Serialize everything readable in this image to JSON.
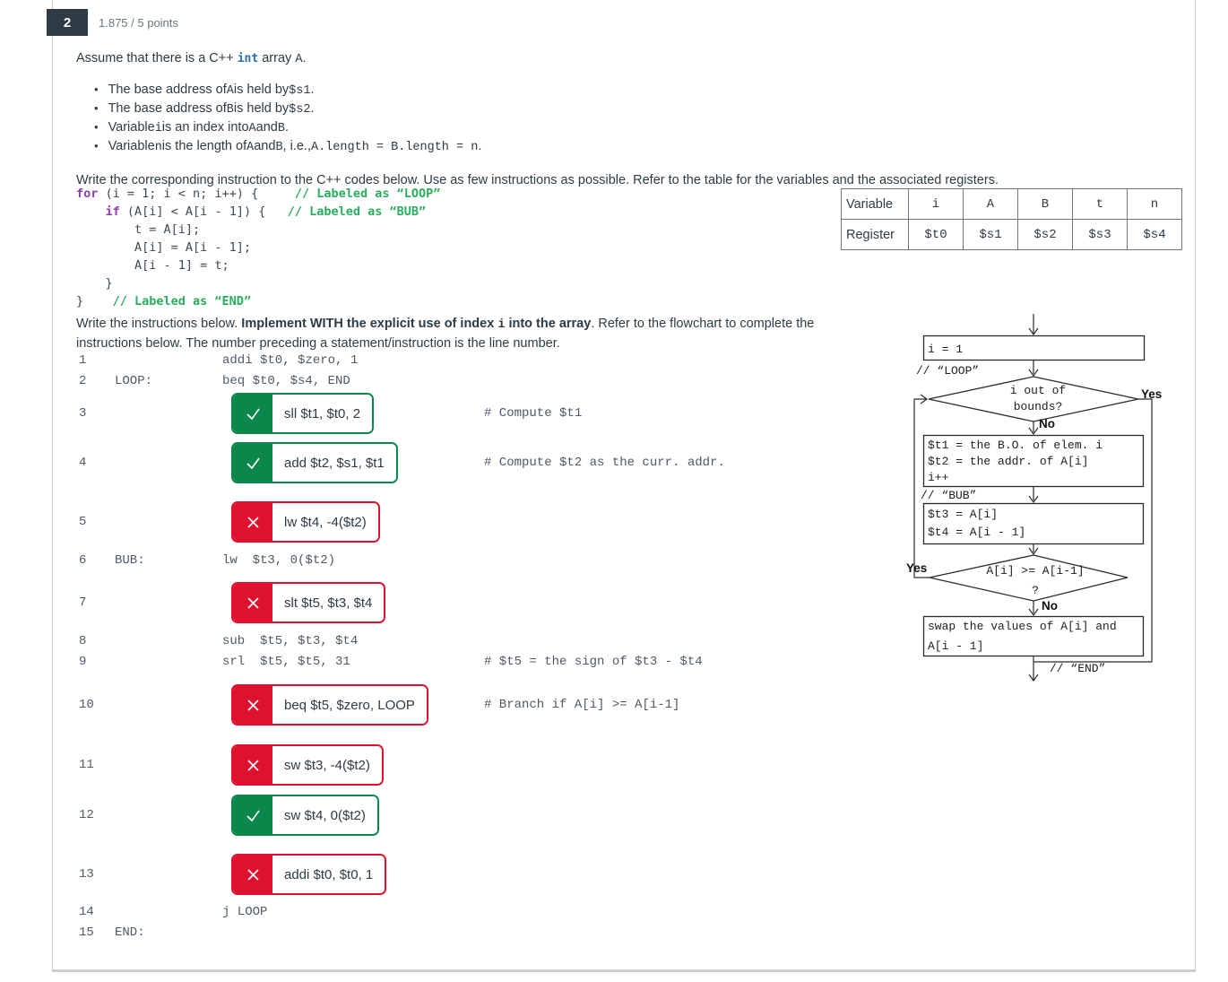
{
  "question": {
    "number": "2",
    "points_label": "1.875 / 5 points"
  },
  "intro_segments": [
    {
      "t": "Assume that there is a C++ "
    },
    {
      "t": "int",
      "c": "kwb"
    },
    {
      "t": " array "
    },
    {
      "t": "A",
      "c": "m"
    },
    {
      "t": "."
    }
  ],
  "bullets": [
    [
      {
        "t": "The base address of "
      },
      {
        "t": "A",
        "c": "m"
      },
      {
        "t": " is held by "
      },
      {
        "t": "$s1",
        "c": "m"
      },
      {
        "t": "."
      }
    ],
    [
      {
        "t": "The base address of "
      },
      {
        "t": "B",
        "c": "m"
      },
      {
        "t": " is held by "
      },
      {
        "t": "$s2",
        "c": "m"
      },
      {
        "t": "."
      }
    ],
    [
      {
        "t": "Variable "
      },
      {
        "t": "i",
        "c": "m"
      },
      {
        "t": " is an index into "
      },
      {
        "t": "A",
        "c": "m"
      },
      {
        "t": " and "
      },
      {
        "t": "B",
        "c": "m"
      },
      {
        "t": "."
      }
    ],
    [
      {
        "t": "Variable "
      },
      {
        "t": "n",
        "c": "m"
      },
      {
        "t": " is the length of "
      },
      {
        "t": "A",
        "c": "m"
      },
      {
        "t": " and "
      },
      {
        "t": "B",
        "c": "m"
      },
      {
        "t": ", i.e., "
      },
      {
        "t": "A.length = B.length = n",
        "c": "m"
      },
      {
        "t": "."
      }
    ]
  ],
  "prompts": {
    "first": "Write the corresponding instruction to the C++ codes below. Use as few instructions as possible. Refer to the table for the variables and the associated registers.",
    "second_segments": [
      {
        "t": "Write the instructions below. "
      },
      {
        "t": "Implement WITH the explicit use of index ",
        "c": "b"
      },
      {
        "t": "i",
        "c": "bm"
      },
      {
        "t": " into the array",
        "c": "b"
      },
      {
        "t": ". Refer to the flowchart to complete the instructions below. The number preceding a statement/instruction is the line number."
      }
    ]
  },
  "cpp_code_lines": [
    [
      {
        "t": "for",
        "c": "kw"
      },
      {
        "t": " (i = 1; i < n; i++) {     "
      },
      {
        "t": "// Labeled as “LOOP”",
        "c": "cm"
      }
    ],
    [
      {
        "t": "    "
      },
      {
        "t": "if",
        "c": "kw"
      },
      {
        "t": " (A[i] < A[i - 1]) {   "
      },
      {
        "t": "// Labeled as “BUB”",
        "c": "cm"
      }
    ],
    [
      {
        "t": "        t = A[i];"
      }
    ],
    [
      {
        "t": "        A[i] = A[i - 1];"
      }
    ],
    [
      {
        "t": "        A[i - 1] = t;"
      }
    ],
    [
      {
        "t": "    }"
      }
    ],
    [
      {
        "t": "}    "
      },
      {
        "t": "// Labeled as “END”",
        "c": "cm"
      }
    ]
  ],
  "register_table": {
    "rows": [
      [
        "Variable",
        "i",
        "A",
        "B",
        "t",
        "n"
      ],
      [
        "Register",
        "$t0",
        "$s1",
        "$s2",
        "$s3",
        "$s4"
      ]
    ]
  },
  "status_colors": {
    "correct": "#0b874b",
    "incorrect": "#e0112e"
  },
  "asm_lines": [
    {
      "num": "1",
      "label": "",
      "code": "addi $t0, $zero, 1",
      "comment": ""
    },
    {
      "num": "2",
      "label": "LOOP:",
      "code": "beq $t0, $s4, END",
      "comment": ""
    },
    {
      "num": "3",
      "box": {
        "status": "correct",
        "text": "sll $t1, $t0, 2"
      },
      "comment": "# Compute $t1"
    },
    {
      "num": "4",
      "box": {
        "status": "correct",
        "text": "add $t2, $s1, $t1"
      },
      "comment": "# Compute $t2 as the curr. addr."
    },
    {
      "num": "5",
      "box": {
        "status": "incorrect",
        "text": "lw $t4, -4($t2)"
      },
      "comment": ""
    },
    {
      "num": "6",
      "label": "BUB:",
      "code": "lw  $t3, 0($t2)",
      "comment": ""
    },
    {
      "num": "7",
      "box": {
        "status": "incorrect",
        "text": "slt $t5, $t3, $t4"
      },
      "comment": ""
    },
    {
      "num": "8",
      "label": "",
      "code": "sub  $t5, $t3, $t4",
      "comment": ""
    },
    {
      "num": "9",
      "label": "",
      "code": "srl  $t5, $t5, 31",
      "comment": "# $t5 = the sign of $t3 - $t4"
    },
    {
      "num": "10",
      "box": {
        "status": "incorrect",
        "text": "beq $t5, $zero, LOOP"
      },
      "comment": "# Branch if A[i] >= A[i-1]"
    },
    {
      "num": "11",
      "box": {
        "status": "incorrect",
        "text": "sw $t3, -4($t2)"
      },
      "comment": ""
    },
    {
      "num": "12",
      "box": {
        "status": "correct",
        "text": "sw $t4, 0($t2)"
      },
      "comment": ""
    },
    {
      "num": "13",
      "box": {
        "status": "incorrect",
        "text": "addi $t0, $t0, 1"
      },
      "comment": ""
    },
    {
      "num": "14",
      "label": "",
      "code": "j LOOP",
      "comment": ""
    },
    {
      "num": "15",
      "label": "END:",
      "code": "",
      "comment": ""
    }
  ],
  "flowchart": {
    "init_box": "i = 1",
    "loop_label": "// “LOOP”",
    "cond1_line1": "i out of",
    "cond1_line2": "bounds?",
    "cond1_yes": "Yes",
    "cond1_no": "No",
    "body_box": [
      "$t1 = the B.O. of elem. i",
      "$t2 = the addr. of A[i]",
      "i++"
    ],
    "bub_label": "// “BUB”",
    "load_box": [
      "$t3 = A[i]",
      "$t4 = A[i - 1]"
    ],
    "cond2_line1": "A[i] >= A[i-1]",
    "cond2_line2": "?",
    "cond2_yes": "Yes",
    "cond2_no": "No",
    "swap_box": [
      "swap the values of A[i] and",
      "A[i - 1]"
    ],
    "end_label": "// “END”"
  }
}
